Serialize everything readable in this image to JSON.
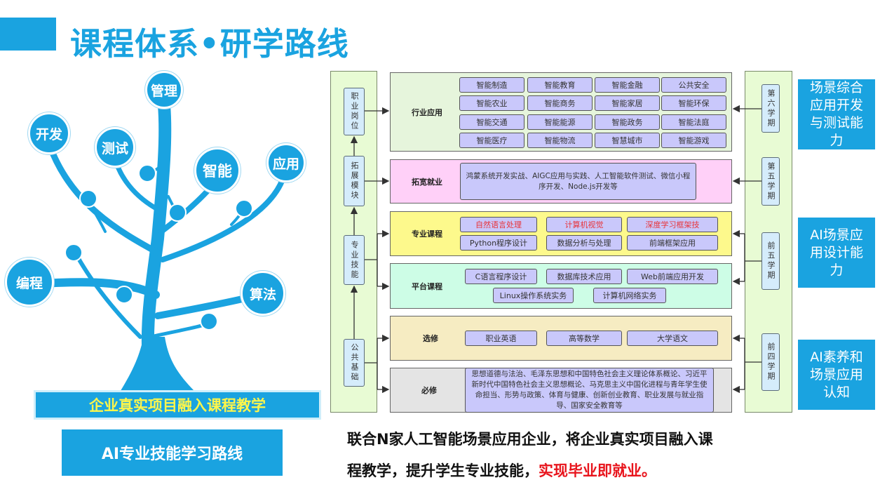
{
  "title": "课程体系•研学路线",
  "tree": {
    "bubbles": [
      "管理",
      "开发",
      "测试",
      "智能",
      "应用",
      "编程",
      "算法"
    ]
  },
  "banners": {
    "project": "企业真实项目融入课程教学",
    "route": "AI专业技能学习路线"
  },
  "left_column": [
    "职业岗位",
    "拓展模块",
    "专业技能",
    "公共基础"
  ],
  "right_column": [
    "第六学期",
    "第五学期",
    "前五学期",
    "前四学期"
  ],
  "rows": [
    {
      "label": "行业应用",
      "chips": [
        "智能制造",
        "智能教育",
        "智能金融",
        "公共安全",
        "智能农业",
        "智能商务",
        "智能家居",
        "智能环保",
        "智能交通",
        "智能能源",
        "智能政务",
        "智能法庭",
        "智能医疗",
        "智能物流",
        "智慧城市",
        "智能游戏"
      ]
    },
    {
      "label": "拓宽就业",
      "chips": [
        "鸿蒙系统开发实战、AIGC应用与实践、人工智能软件测试、微信小程序开发、Node.js开发等"
      ]
    },
    {
      "label": "专业课程",
      "chips": [
        "自然语言处理",
        "计算机视觉",
        "深度学习框架技",
        "Python程序设计",
        "数据分析与处理",
        "前端框架应用"
      ]
    },
    {
      "label": "平台课程",
      "chips": [
        "C语言程序设计",
        "数据库技术应用",
        "Web前端应用开发",
        "Linux操作系统实务",
        "计算机网络实务"
      ]
    },
    {
      "label": "选修",
      "chips": [
        "职业英语",
        "高等数学",
        "大学语文"
      ]
    },
    {
      "label": "必修",
      "chips": [
        "思想道德与法治、毛泽东思想和中国特色社会主义理论体系概论、习近平新时代中国特色社会主义思想概论、马克思主义中国化进程与青年学生使命担当、形势与政策、体育与健康、创新创业教育、职业发展与就业指导、国家安全教育等"
      ]
    }
  ],
  "abilities": [
    "场景综合应用开发与测试能力",
    "AI场景应用设计能力",
    "AI素养和场景应用认知"
  ],
  "summary": {
    "line1": "联合N家人工智能场景应用企业，将企业真实项目融入课",
    "line2_a": "程教学，提升学生专业技能，",
    "line2_b": "实现毕业即就业。"
  },
  "colors": {
    "accent": "#1aa3e0",
    "highlight": "#e8141c"
  }
}
